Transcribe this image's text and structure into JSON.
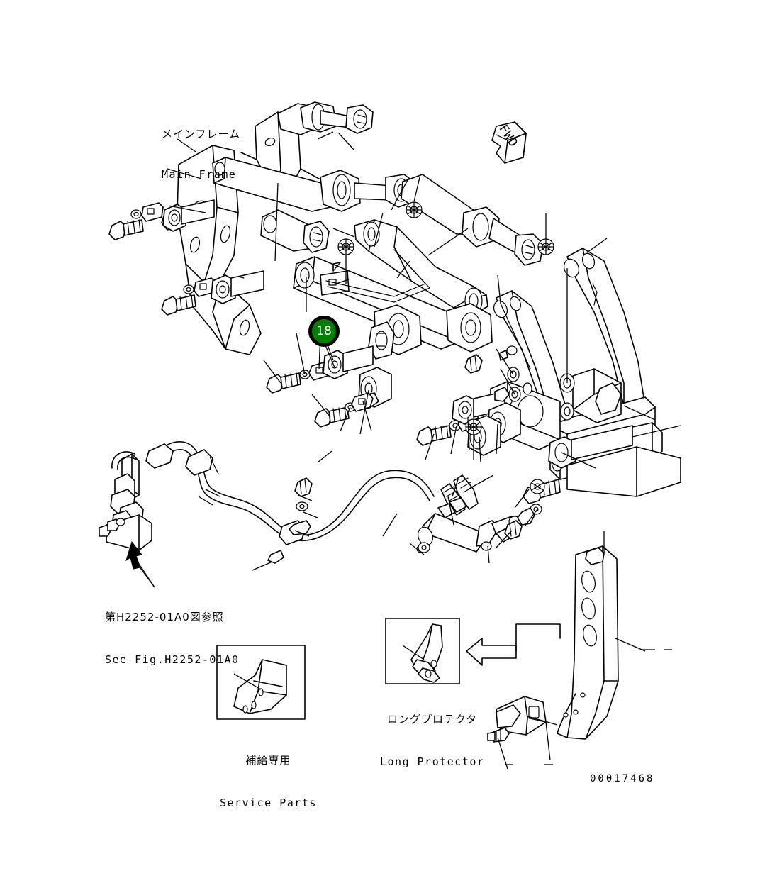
{
  "document": {
    "type": "parts-diagram",
    "drawing_number": "00017468"
  },
  "labels": {
    "main_frame": {
      "jp": "メインフレーム",
      "en": "Main Frame"
    },
    "see_fig": {
      "jp": "第H2252-01A0図参照",
      "en": "See Fig.H2252-01A0"
    },
    "service_parts": {
      "jp": "補給専用",
      "en": "Service Parts"
    },
    "long_protector": {
      "jp": "ロングプロテクタ",
      "en": "Long Protector"
    },
    "fwd": "FWD"
  },
  "callouts": [
    {
      "id": "18",
      "value": "18",
      "color": "#008000",
      "ring": "#000000",
      "text_color": "#ffffff"
    }
  ],
  "insets": [
    {
      "name": "service-parts-inset",
      "caption_jp": "補給専用",
      "caption_en": "Service Parts"
    },
    {
      "name": "long-protector-inset",
      "caption_jp": "ロングプロテクタ",
      "caption_en": "Long Protector"
    }
  ],
  "colors": {
    "line": "#000000",
    "background": "#ffffff",
    "highlight": "#008000"
  }
}
